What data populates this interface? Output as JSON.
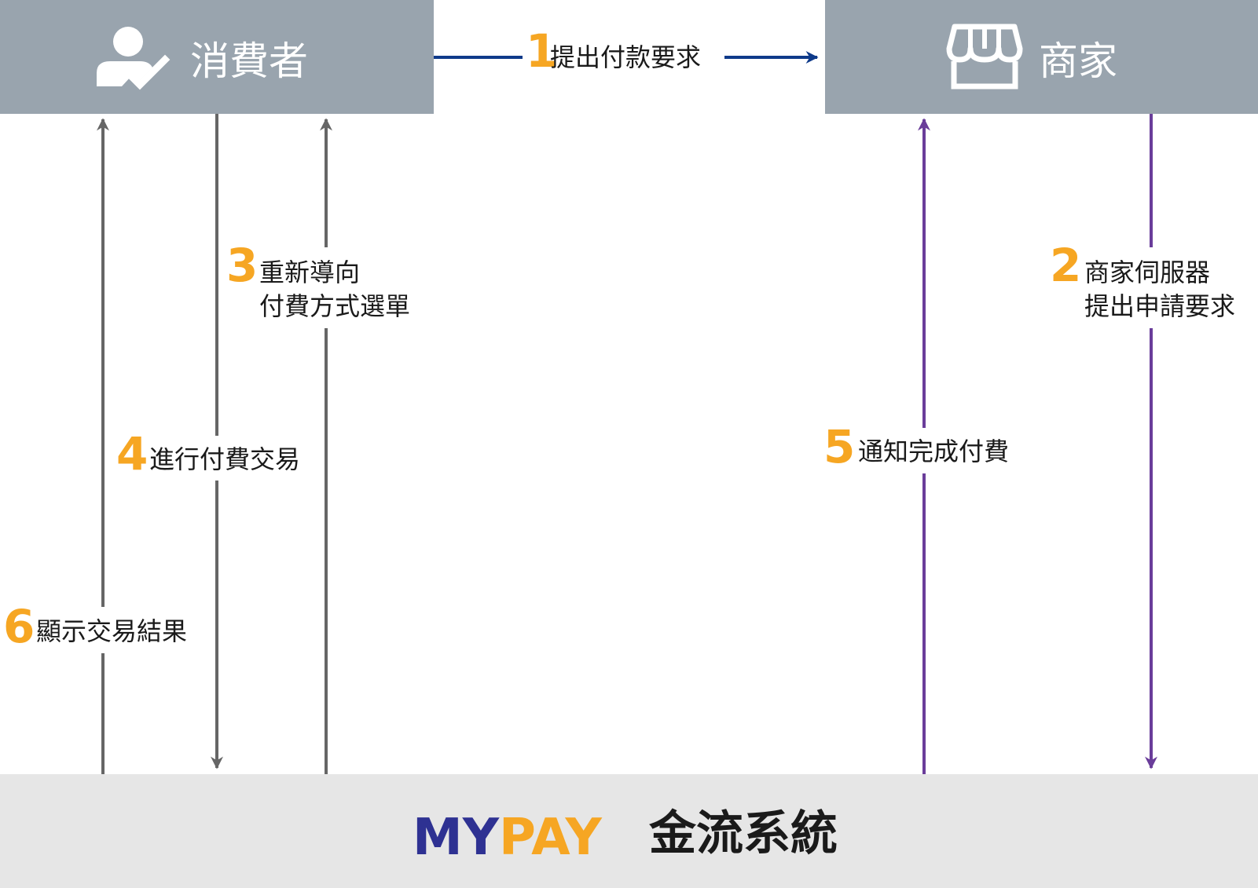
{
  "consumer": {
    "label": "消費者",
    "icon": "user-check-icon"
  },
  "merchant": {
    "label": "商家",
    "icon": "storefront-icon"
  },
  "system": {
    "brand_part1": "MY",
    "brand_part2": "PAY",
    "label": "金流系統"
  },
  "colors": {
    "box": "#99a4ae",
    "system_box": "#e6e6e6",
    "accent_orange": "#f6a623",
    "arrow_blue": "#0e3a8a",
    "arrow_gray": "#666666",
    "arrow_purple": "#6a3d9a",
    "brand_navy": "#2e3192"
  },
  "steps": [
    {
      "num": "1",
      "lines": [
        "提出付款要求"
      ]
    },
    {
      "num": "2",
      "lines": [
        "商家伺服器",
        "提出申請要求"
      ]
    },
    {
      "num": "3",
      "lines": [
        "重新導向",
        "付費方式選單"
      ]
    },
    {
      "num": "4",
      "lines": [
        "進行付費交易"
      ]
    },
    {
      "num": "5",
      "lines": [
        "通知完成付費"
      ]
    },
    {
      "num": "6",
      "lines": [
        "顯示交易結果"
      ]
    }
  ]
}
